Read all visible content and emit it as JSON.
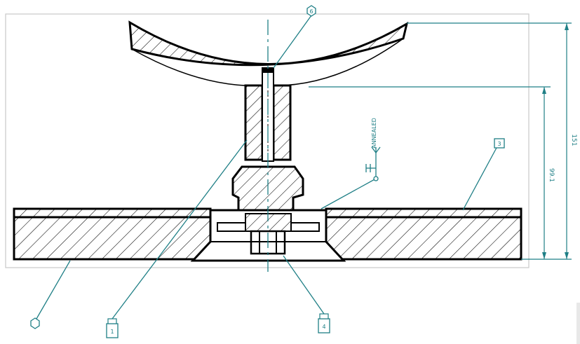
{
  "drawing": {
    "type": "mechanical section view",
    "colors": {
      "ink": "#000000",
      "annotation": "#1f7f86",
      "frame": "#c9c9c9"
    },
    "dimensions": [
      {
        "id": "overall-height",
        "text": "151"
      },
      {
        "id": "upper-height",
        "text": "99.1"
      }
    ],
    "weld_note": {
      "text": "ANNEALED"
    },
    "balloons": [
      {
        "id": "top",
        "shape": "hexagon",
        "label": "6"
      },
      {
        "id": "right",
        "shape": "square",
        "label": "3"
      },
      {
        "id": "weld",
        "shape": "point",
        "label": ""
      },
      {
        "id": "bottom-left",
        "shape": "hexagon",
        "label": ""
      },
      {
        "id": "bottom-mid-left",
        "shape": "square-tag",
        "label": "1"
      },
      {
        "id": "bottom-mid-right",
        "shape": "square-tag",
        "label": "4"
      }
    ]
  }
}
